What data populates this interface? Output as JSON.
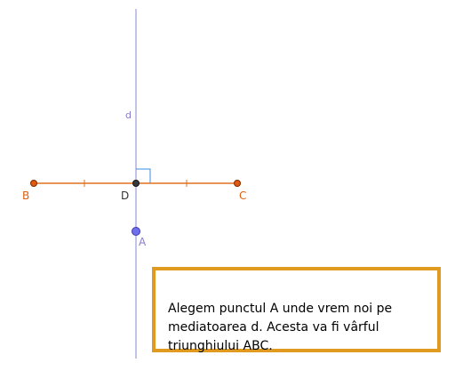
{
  "diagram": {
    "colors": {
      "segment": "#e07020",
      "segment_point_fill": "#e05a10",
      "midpoint_fill": "#3a3a3a",
      "bisector": "#8888cc",
      "right_angle_mark": "#3a8ee6",
      "point_a_fill": "#7070ee",
      "label_orange": "#e06010",
      "label_dark": "#333333",
      "label_purple": "#8a7ad0",
      "note_border": "#e09a20"
    },
    "labels": {
      "line_d": "d",
      "point_b": "B",
      "point_c": "C",
      "point_d": "D",
      "point_a": "A"
    }
  },
  "note": {
    "text": "Alegem punctul A unde vrem noi pe\nmediatoarea d. Acesta va fi vârful\ntriunghiului ABC."
  }
}
